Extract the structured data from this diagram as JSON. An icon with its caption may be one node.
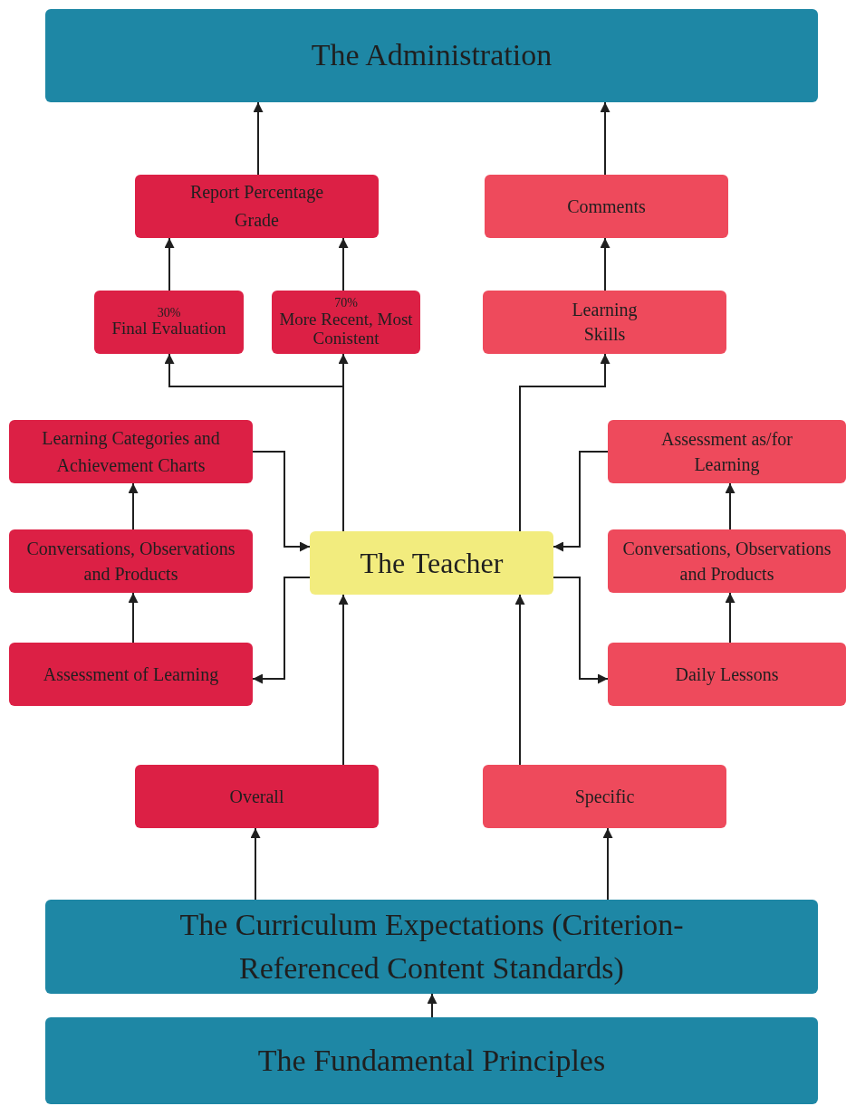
{
  "diagram": {
    "nodes": [
      {
        "text": [
          "The Administration"
        ]
      },
      {
        "text": [
          "Report Percentage Grade"
        ]
      },
      {
        "text": [
          "Comments"
        ]
      },
      {
        "text": [
          "30%",
          "Final Evaluation"
        ]
      },
      {
        "text": [
          "70%",
          "More Recent, Most Conistent"
        ]
      },
      {
        "text": [
          "Learning Skills"
        ]
      },
      {
        "text": [
          "Learning Categories and Achievement Charts"
        ]
      },
      {
        "text": [
          "Assessment as/for Learning"
        ]
      },
      {
        "text": [
          "The Teacher"
        ]
      },
      {
        "text": [
          "Conversations, Observations and Products"
        ]
      },
      {
        "text": [
          "Conversations, Observations and Products"
        ]
      },
      {
        "text": [
          "Assessment of Learning"
        ]
      },
      {
        "text": [
          "Daily Lessons"
        ]
      },
      {
        "text": [
          "Overall"
        ]
      },
      {
        "text": [
          "Specific"
        ]
      },
      {
        "text": [
          "The Curriculum Expectations (Criterion-Referenced Content Standards)"
        ]
      },
      {
        "text": [
          "The Fundamental Principles"
        ]
      }
    ],
    "edges": [
      {
        "from": 1,
        "to": 0,
        "arrow": "to"
      },
      {
        "from": 2,
        "to": 0,
        "arrow": "to"
      },
      {
        "from": 3,
        "to": 1,
        "arrow": "to"
      },
      {
        "from": 4,
        "to": 1,
        "arrow": "to"
      },
      {
        "from": 5,
        "to": 2,
        "arrow": "to"
      },
      {
        "from": 8,
        "to": 3,
        "arrow": "to"
      },
      {
        "from": 8,
        "to": 4,
        "arrow": "to"
      },
      {
        "from": 8,
        "to": 5,
        "arrow": "to"
      },
      {
        "from": 6,
        "to": 8,
        "arrow": "to"
      },
      {
        "from": 8,
        "to": 11,
        "arrow": "to"
      },
      {
        "from": 7,
        "to": 8,
        "arrow": "to"
      },
      {
        "from": 8,
        "to": 12,
        "arrow": "to"
      },
      {
        "from": 9,
        "to": 6,
        "arrow": "to"
      },
      {
        "from": 11,
        "to": 9,
        "arrow": "to"
      },
      {
        "from": 10,
        "to": 7,
        "arrow": "to"
      },
      {
        "from": 12,
        "to": 10,
        "arrow": "to"
      },
      {
        "from": 13,
        "to": 8,
        "arrow": "to"
      },
      {
        "from": 14,
        "to": 8,
        "arrow": "to"
      },
      {
        "from": 15,
        "to": 13,
        "arrow": "to"
      },
      {
        "from": 15,
        "to": 14,
        "arrow": "to"
      },
      {
        "from": 16,
        "to": 15,
        "arrow": "to"
      }
    ]
  }
}
